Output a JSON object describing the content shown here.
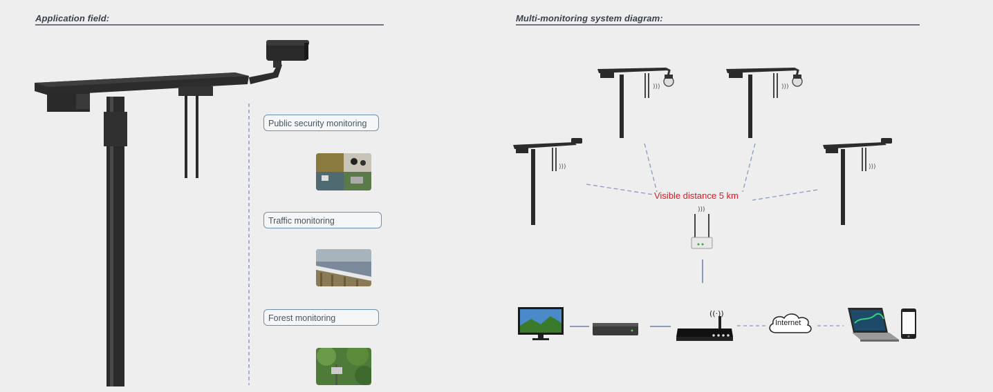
{
  "left_section": {
    "title": "Application field:",
    "applications": [
      {
        "label": "Public security monitoring",
        "image": "crowd-surveillance-collage"
      },
      {
        "label": "Traffic monitoring",
        "image": "train-bridge-photo"
      },
      {
        "label": "Forest monitoring",
        "image": "forest-camera-photo"
      }
    ]
  },
  "right_section": {
    "title": "Multi-monitoring system diagram:",
    "distance_label": "Visible distance 5 km",
    "internet_label": "Internet",
    "devices": [
      "solar-pole-camera-icon",
      "wireless-bridge-icon",
      "monitor-icon",
      "nvr-icon",
      "router-icon",
      "cloud-icon",
      "laptop-icon",
      "phone-icon"
    ]
  },
  "colors": {
    "background": "#eeeeee",
    "title": "#3a3f4a",
    "label_border": "#6b8fb3",
    "distance_text": "#e8141e",
    "dashed_line": "#8a9ab8",
    "pole": "#2a2a2a"
  }
}
